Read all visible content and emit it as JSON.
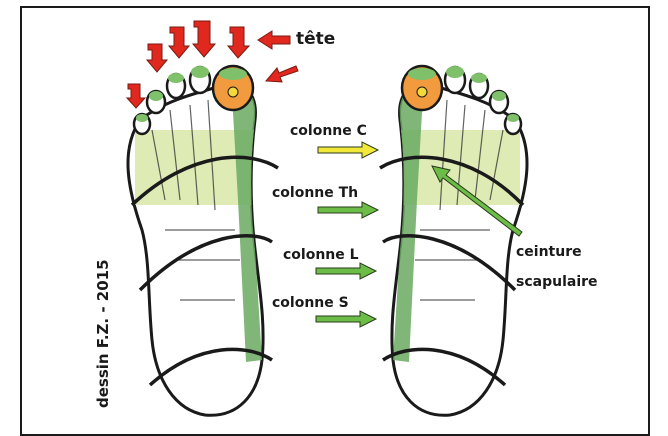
{
  "labels": {
    "head": "tête",
    "col_c": "colonne C",
    "col_th": "colonne Th",
    "col_l": "colonne L",
    "col_s": "colonne S",
    "girdle_1": "ceinture",
    "girdle_2": "scapulaire",
    "credit": "dessin F.Z.  -  2015"
  },
  "colors": {
    "outline": "#1a1a1a",
    "spine_green": "#6aaa62",
    "zone_light_green": "#d8e8a8",
    "toe_green": "#7fc06a",
    "big_toe_orange": "#f19a3e",
    "arrow_red": "#e0281e",
    "arrow_yellow": "#f2e83a",
    "arrow_green": "#6cbd47"
  }
}
